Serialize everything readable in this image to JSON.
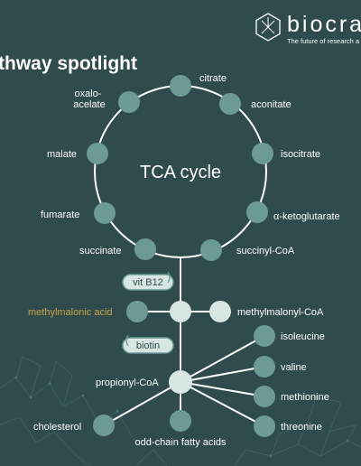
{
  "header": {
    "title": "thway spotlight",
    "brand": "biocrat",
    "tagline": "The future of research a"
  },
  "colors": {
    "background": "#2f4b4b",
    "node": "#6c9a94",
    "node_light": "#d8e6e2",
    "line": "#ffffff",
    "highlight_text": "#c8a24a",
    "cofactor_text": "#2f4b4b"
  },
  "diagram": {
    "center_label": "TCA cycle",
    "cycle_nodes": [
      {
        "label": "citrate"
      },
      {
        "label": "aconitate"
      },
      {
        "label": "isocitrate"
      },
      {
        "label": "α-ketoglutarate"
      },
      {
        "label": "succinyl-CoA"
      },
      {
        "label": "succinate"
      },
      {
        "label": "fumarate"
      },
      {
        "label": "malate"
      },
      {
        "label": "oxalo-\nacelate"
      }
    ],
    "cofactors": [
      "vit B12",
      "biotin"
    ],
    "side_nodes": {
      "methylmalonic_acid": "methylmalonic acid",
      "methylmalonyl_coa": "methylmalonyl-CoA",
      "propionyl_coa": "propionyl-CoA"
    },
    "sources": [
      {
        "label": "isoleucine"
      },
      {
        "label": "valine"
      },
      {
        "label": "methionine"
      },
      {
        "label": "threonine"
      },
      {
        "label": "odd-chain fatty acids"
      },
      {
        "label": "cholesterol"
      }
    ]
  }
}
